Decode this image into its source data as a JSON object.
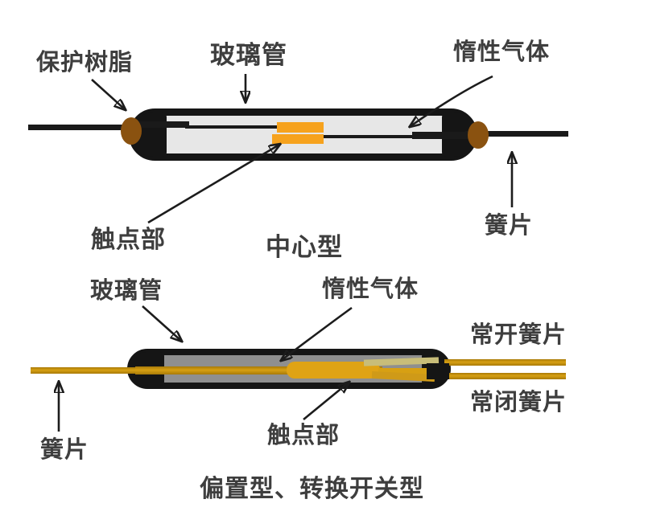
{
  "colors": {
    "background": "#ffffff",
    "tube_outline": "#151515",
    "glass_top": "#e7e7e7",
    "glass_bottom": "#8f8f8f",
    "contact_orange": "#f6a21d",
    "contact_gold": "#dfa315",
    "gold_wire": "#d7a013",
    "black_wire": "#1a1a1a",
    "resin_brown": "#8a5210",
    "label_text": "#3e3e3e"
  },
  "top_diagram": {
    "labels": {
      "protective_resin": "保护树脂",
      "glass_tube": "玻璃管",
      "inert_gas": "惰性气体",
      "contact_part": "触点部",
      "reed": "簧片"
    },
    "caption": "中心型"
  },
  "bottom_diagram": {
    "labels": {
      "glass_tube": "玻璃管",
      "inert_gas": "惰性气体",
      "normally_open_reed": "常开簧片",
      "normally_closed_reed": "常闭簧片",
      "reed": "簧片",
      "contact_part": "触点部"
    },
    "caption": "偏置型、转换开关型"
  }
}
